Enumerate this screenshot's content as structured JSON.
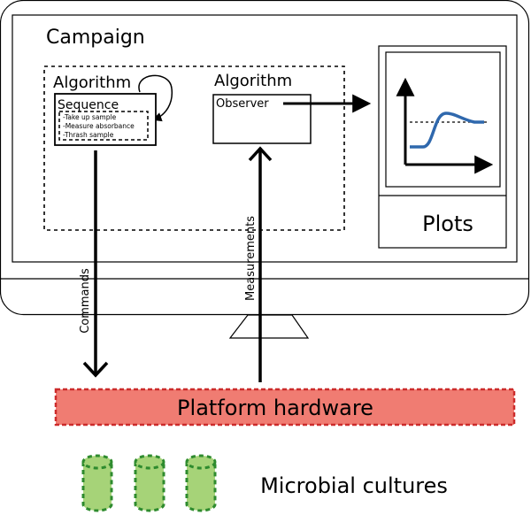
{
  "campaign_label": "Campaign",
  "algorithm_left_label": "Algorithm",
  "sequence_label": "Sequence",
  "sequence_steps": [
    "-Take up sample",
    "-Measure absorbance",
    "-Thrash sample"
  ],
  "algorithm_right_label": "Algorithm",
  "observer_label": "Observer",
  "plots_label": "Plots",
  "commands_label": "Commands",
  "measurements_label": "Measurements",
  "platform_label": "Platform hardware",
  "cultures_label": "Microbial cultures",
  "colors": {
    "platform_fill": "#f07c72",
    "platform_border": "#cc2b2b",
    "culture_fill": "#a6d378",
    "culture_border": "#2e8b2e",
    "curve": "#2f68ad"
  }
}
